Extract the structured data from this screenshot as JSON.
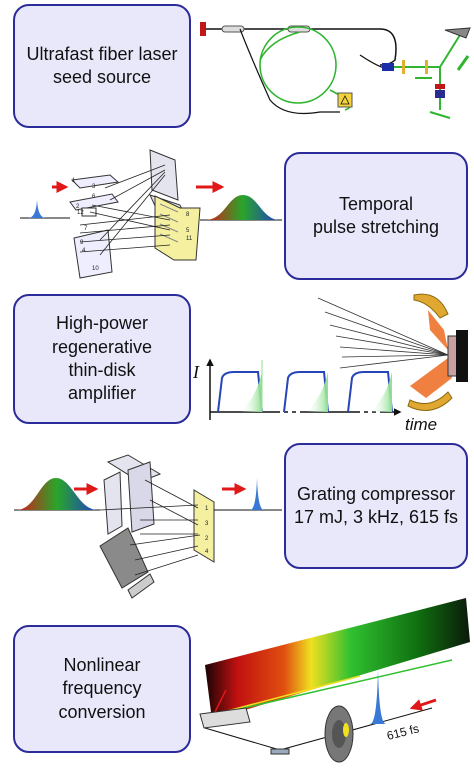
{
  "stages": [
    {
      "id": "seed",
      "label": "Ultrafast fiber laser\nseed source"
    },
    {
      "id": "stretch",
      "label": "Temporal\npulse stretching"
    },
    {
      "id": "amplifier",
      "label": "High-power\nregenerative\nthin-disk\namplifier"
    },
    {
      "id": "compressor",
      "label": "Grating compressor\n17 mJ, 3 kHz, 615 fs"
    },
    {
      "id": "nonlinear",
      "label": "Nonlinear\nfrequency\nconversion"
    }
  ],
  "amplifier_plot": {
    "y_axis_label": "I",
    "x_axis_label": "time"
  },
  "stretcher_mirror_numbers": [
    "1",
    "2",
    "3",
    "4",
    "5",
    "6",
    "7",
    "8",
    "9",
    "10",
    "11",
    "12"
  ],
  "compressor_mirror_numbers": [
    "1",
    "2",
    "3",
    "4"
  ],
  "output_pulse_label": "615 fs",
  "colors": {
    "box_fill": "#e8e8fa",
    "box_border": "#2b2b9a",
    "arrow": "#e01818",
    "fiber": "#2fb52f",
    "pulse_blue": "#3a78d6"
  }
}
